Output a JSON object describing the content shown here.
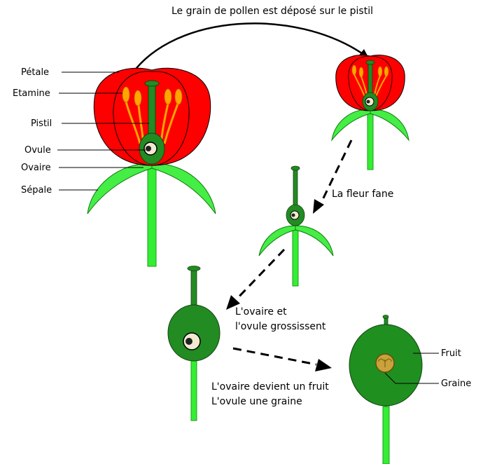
{
  "title": "Le grain de pollen est déposé sur le pistil",
  "labels": {
    "petale": "Pétale",
    "etamine": "Etamine",
    "pistil": "Pistil",
    "ovule": "Ovule",
    "ovaire": "Ovaire",
    "sepale": "Sépale",
    "fruit": "Fruit",
    "graine": "Graine"
  },
  "steps": {
    "fane": "La fleur fane",
    "grossissent_1": "L'ovaire et",
    "grossissent_2": "l'ovule grossissent",
    "fruit_1": "L'ovaire devient un fruit",
    "fruit_2": "L'ovule une graine"
  },
  "colors": {
    "petal": "#ff0000",
    "stamen": "#ffa500",
    "pistil": "#228b22",
    "stem": "#33ee33",
    "sepal": "#44ee44",
    "fruit": "#1f8f1f",
    "seed": "#c8a23a"
  }
}
